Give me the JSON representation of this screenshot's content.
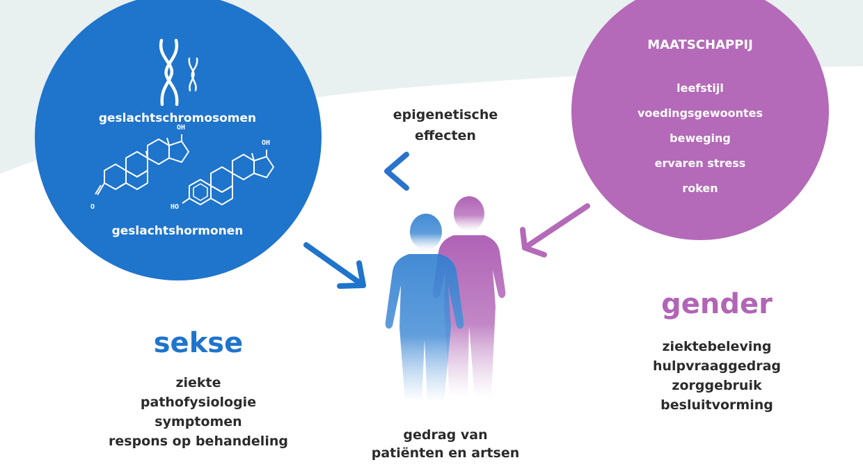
{
  "colors": {
    "background_band": "#e9f0f0",
    "sekse_blue": "#1f74cc",
    "gender_purple": "#b46ab8",
    "text_dark": "#2b2b2b",
    "text_white": "#ffffff"
  },
  "icons": [
    "chromosome-x-icon",
    "chromosome-y-icon",
    "testosterone-molecule-icon",
    "estradiol-molecule-icon",
    "man-figure-icon",
    "woman-figure-icon"
  ],
  "sekse_circle": {
    "chromosomes_label": "geslachtschromosomen",
    "hormones_label": "geslachtshormonen",
    "molecule_labels": {
      "oh_top": "OH",
      "o_ketone": "O",
      "ho_phenol": "HO"
    }
  },
  "gender_circle": {
    "title": "MAATSCHAPPIJ",
    "items": [
      "leefstijl",
      "voedingsgewoontes",
      "beweging",
      "ervaren stress",
      "roken"
    ]
  },
  "epigenetic": {
    "line1": "epigenetische",
    "line2": "effecten"
  },
  "sekse": {
    "title": "sekse",
    "items": [
      "ziekte",
      "pathofysiologie",
      "symptomen",
      "respons op behandeling"
    ]
  },
  "gender": {
    "title": "gender",
    "items": [
      "ziektebeleving",
      "hulpvraaggedrag",
      "zorggebruik",
      "besluitvorming"
    ]
  },
  "people": {
    "line1": "gedrag van",
    "line2": "patiënten en artsen"
  }
}
